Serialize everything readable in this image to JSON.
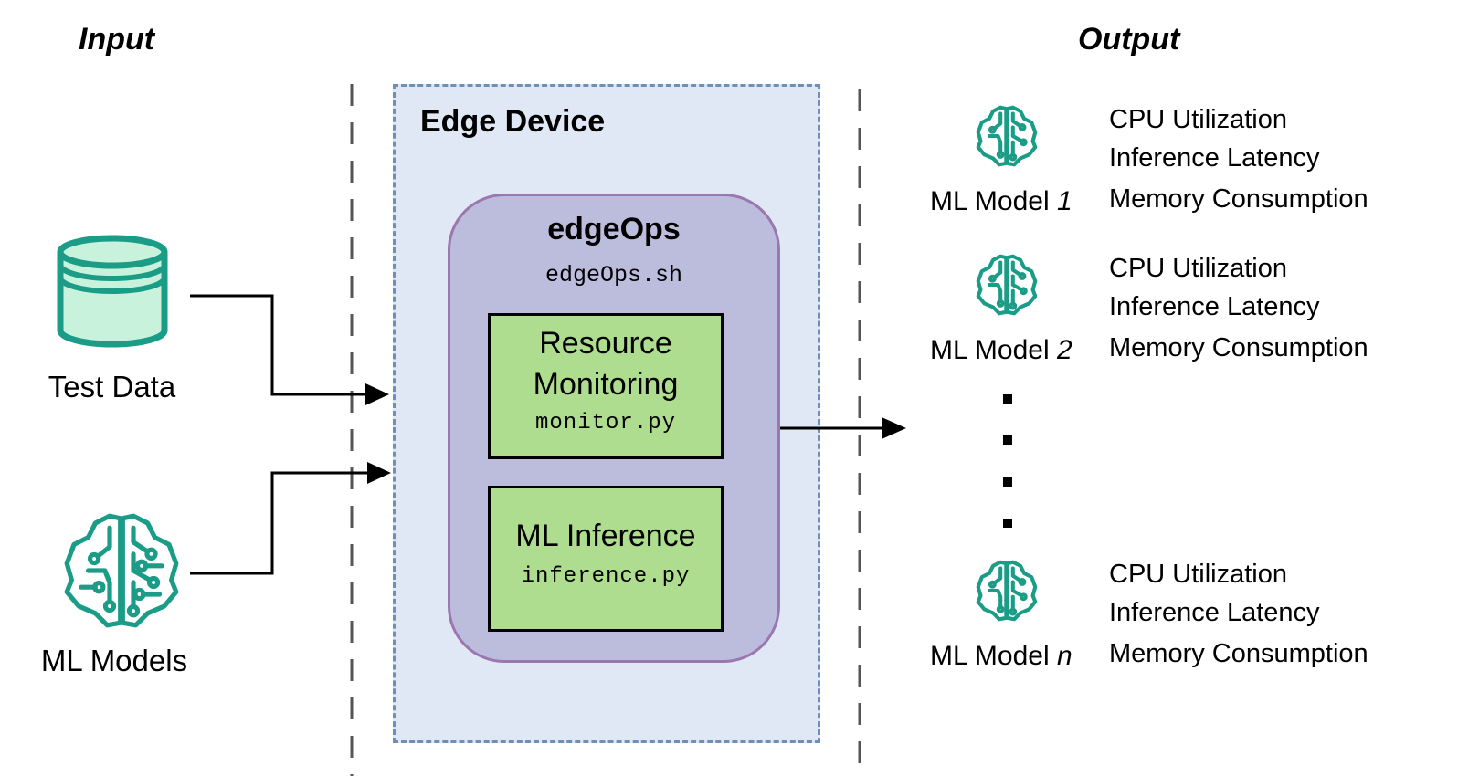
{
  "sections": {
    "input_title": "Input",
    "output_title": "Output"
  },
  "inputs": {
    "test_data_label": "Test Data",
    "ml_models_label": "ML Models",
    "test_data_icon": "database-icon",
    "ml_models_icon": "brain-circuit-icon"
  },
  "edge_device": {
    "title": "Edge Device",
    "edgeops": {
      "title": "edgeOps",
      "file": "edgeOps.sh"
    },
    "modules": [
      {
        "title_line1": "Resource",
        "title_line2": "Monitoring",
        "file": "monitor.py"
      },
      {
        "title_line1": "ML Inference",
        "file": "inference.py"
      }
    ]
  },
  "outputs": {
    "models": [
      {
        "label_prefix": "ML Model ",
        "label_index": "1",
        "metrics": [
          "CPU Utilization",
          "Inference Latency",
          "Memory Consumption"
        ]
      },
      {
        "label_prefix": "ML Model ",
        "label_index": "2",
        "metrics": [
          "CPU Utilization",
          "Inference Latency",
          "Memory Consumption"
        ]
      },
      {
        "label_prefix": "ML Model ",
        "label_index": "n",
        "metrics": [
          "CPU Utilization",
          "Inference Latency",
          "Memory Consumption"
        ]
      }
    ]
  },
  "colors": {
    "icon_teal": "#1a9c87",
    "icon_fill": "#c9f2dc",
    "edge_device_bg": "#dfe8f4",
    "edge_device_border": "#6d8fb8",
    "edgeops_bg": "#bcbcdc",
    "edgeops_border": "#9b77b0",
    "module_bg": "#aedd8f"
  }
}
